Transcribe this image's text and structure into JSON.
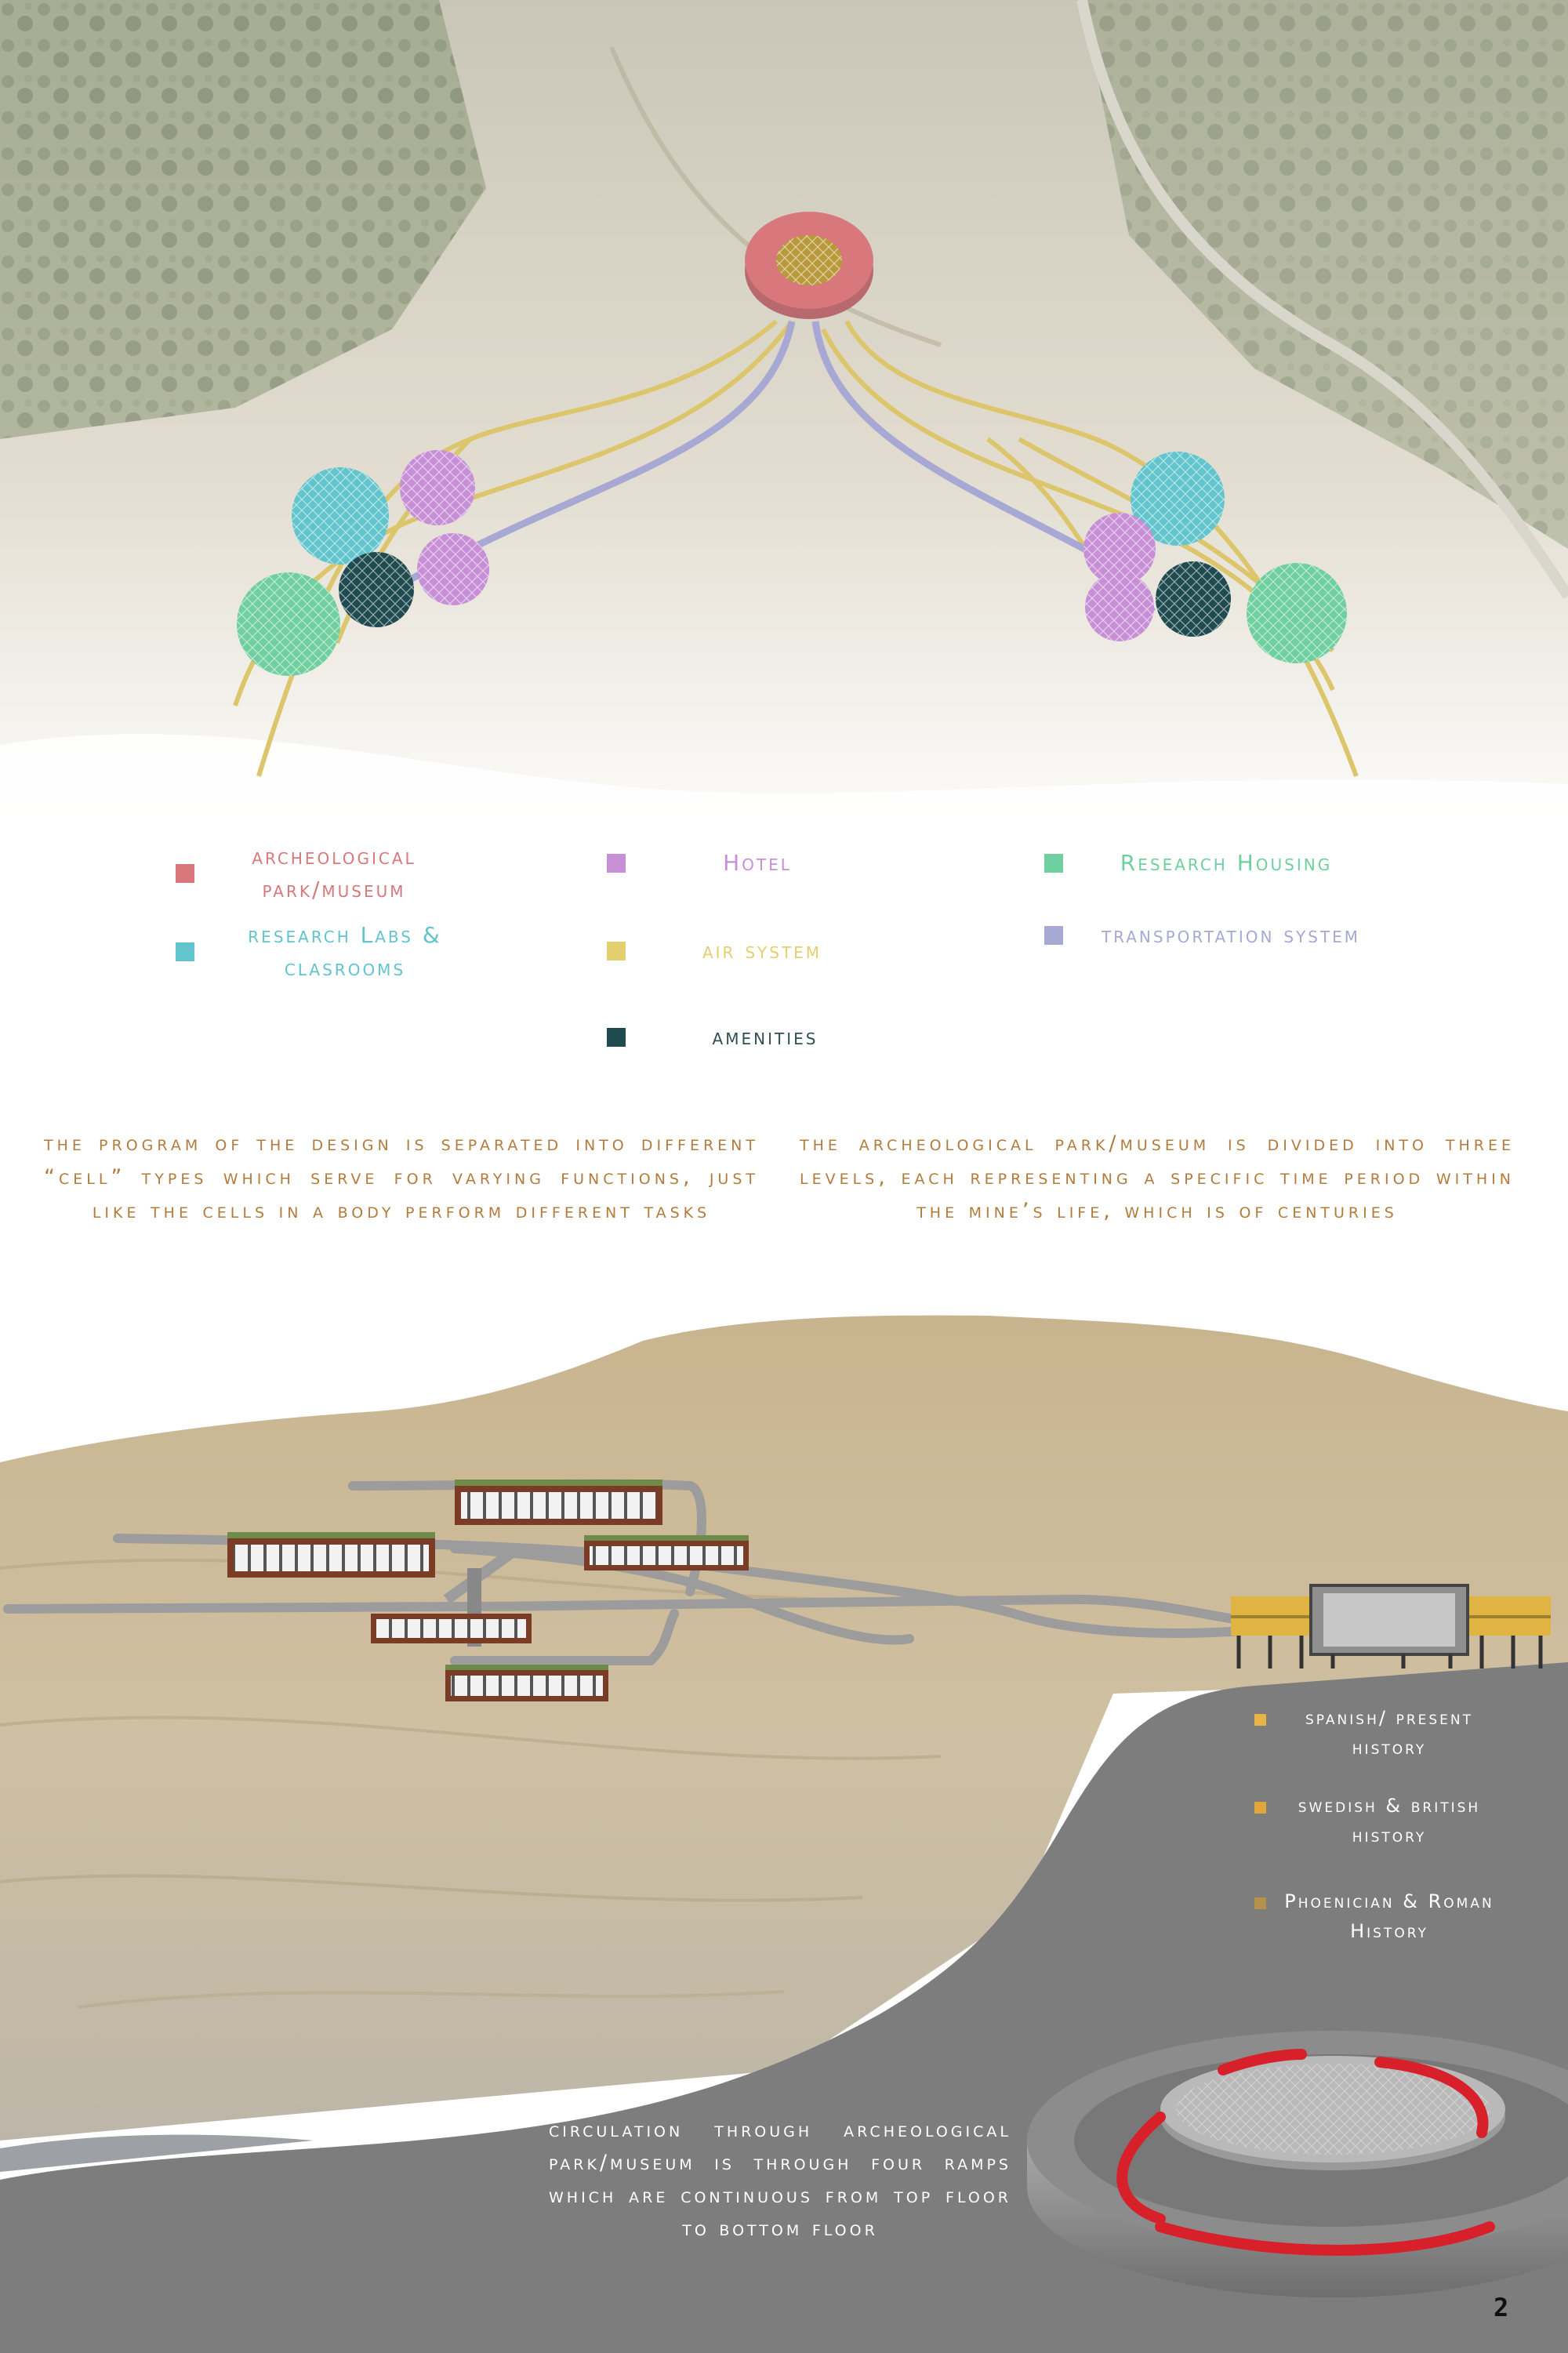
{
  "legend": [
    {
      "label": "archeological park/museum",
      "color": "#d9787c"
    },
    {
      "label": "Hotel",
      "color": "#c78fd6"
    },
    {
      "label": "Research Housing",
      "color": "#6fcf9f"
    },
    {
      "label": "research Labs & clasrooms",
      "color": "#62c4cc"
    },
    {
      "label": "air system",
      "color": "#e3cf70"
    },
    {
      "label": "transportation system",
      "color": "#a7a8d4"
    },
    {
      "label": "amenities",
      "color": "#1f4a4f"
    }
  ],
  "paragraphs": {
    "program": "the program of the design is separated into different “cell” types which serve for varying functions, just like the cells in a body perform different tasks",
    "levels": "the archeological park/museum is divided into three levels, each representing a specific time period within the mine’s life, which is of centuries"
  },
  "history_levels": [
    {
      "label": "spanish/ present history",
      "color": "#e8b446"
    },
    {
      "label": "swedish & british history",
      "color": "#e0a63a"
    },
    {
      "label": "Phoenician & Roman History",
      "color": "#b5914b"
    }
  ],
  "circulation_text": "circulation through archeological park/museum is through four ramps which are continuous from top floor to bottom floor",
  "page_number": "2",
  "colors": {
    "paragraph_text": "#b27c3c",
    "ramp_red": "#d8202a",
    "panel_gray": "#7d7d7d",
    "terrain_tan": "#cbbd9c"
  }
}
